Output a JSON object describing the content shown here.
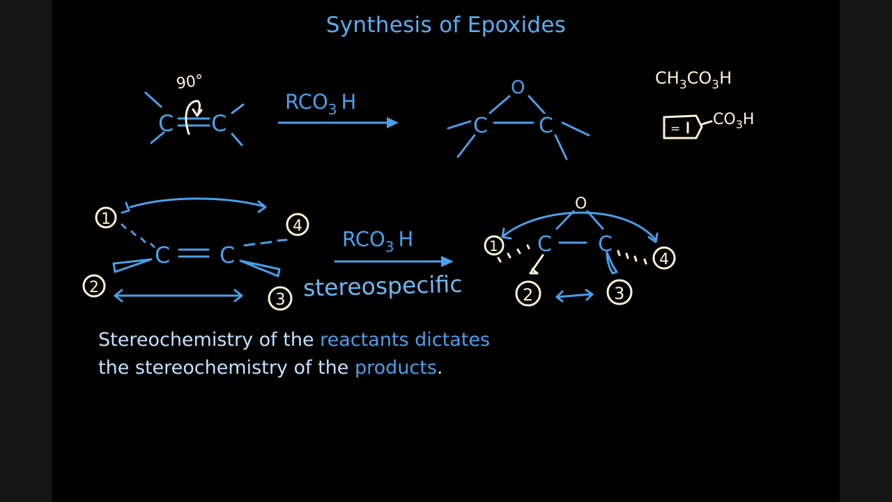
{
  "title": "Synthesis of Epoxides",
  "reagent": "RCO3H",
  "reagent_parts": {
    "main": "RCO",
    "sub": "3",
    "tail": "H"
  },
  "angle_label": "90°",
  "carbon": "C",
  "oxygen": "O",
  "peracid_1": {
    "pre": "CH",
    "sub1": "3",
    "mid": "CO",
    "sub2": "3",
    "tail": "H"
  },
  "peracid_2": {
    "ring_symbol": "=",
    "pre": "CO",
    "sub": "3",
    "tail": "H"
  },
  "labels": {
    "one": "1",
    "two": "2",
    "three": "3",
    "four": "4"
  },
  "stereospecific": "stereospecific",
  "statement": {
    "line1_a": "Stereochemistry of the ",
    "line1_b": "reactants dictates",
    "line2_a": "the stereochemistry of the ",
    "line2_b": "products",
    "line2_c": "."
  },
  "colors": {
    "title": "#5aaef0",
    "blue_ink": "#4aa0ea",
    "cream_ink": "#fff5d6",
    "board": "#000000",
    "frame": "#151515"
  }
}
